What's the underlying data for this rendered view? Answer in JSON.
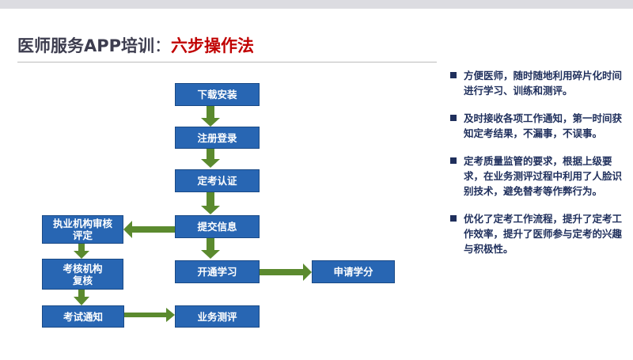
{
  "title": {
    "main": "医师服务APP培训",
    "separator": "：",
    "accent": "六步操作法"
  },
  "flow": {
    "download": "下载安装",
    "register": "注册登录",
    "certify": "定考认证",
    "submit": "提交信息",
    "open_study": "开通学习",
    "apply_credit": "申请学分",
    "org_review": [
      "执业机构审核",
      "评定"
    ],
    "exam_org": [
      "考核机构",
      "复核"
    ],
    "exam_notice": "考试通知",
    "business_eval": "业务测评"
  },
  "bullets": [
    "方便医师，随时随地利用碎片化时间进行学习、训练和测评。",
    "及时接收各项工作通知，第一时间获知定考结果，不漏事，不误事。",
    "定考质量监管的要求，根据上级要求，在业务测评过程中利用了人脸识别技术，避免替考等作弊行为。",
    "优化了定考工作流程，提升了定考工作效率，提升了医师参与定考的兴趣与积极性。"
  ],
  "colors": {
    "box": "#2866b3",
    "arrow": "#5b8a2e",
    "accent": "#c00000",
    "bullet_text": "#1f2f5c"
  },
  "icons": {
    "bullet": "square-bullet-icon",
    "connector": "arrow-icon"
  }
}
